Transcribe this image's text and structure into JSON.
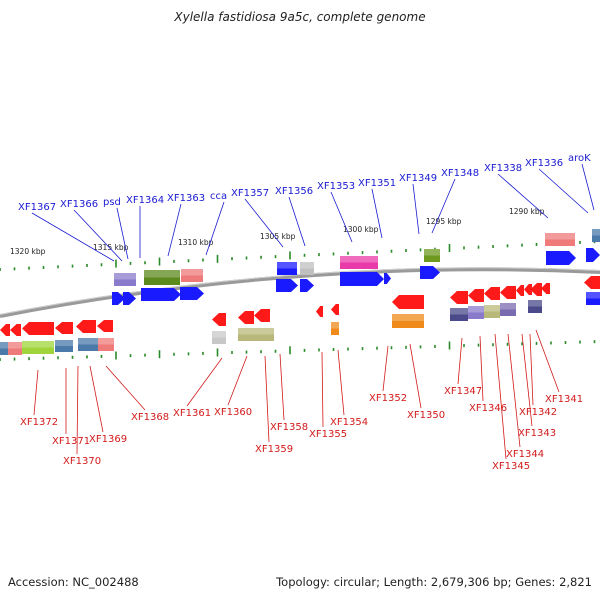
{
  "title": "Xylella fastidiosa 9a5c, complete genome",
  "footer": {
    "accession": "Accession: NC_002488",
    "info": "Topology: circular; Length: 2,679,306 bp; Genes: 2,821"
  },
  "colors": {
    "forward": "#1a1aff",
    "reverse": "#ff1a1a",
    "label_forward": "#1a1ad2",
    "label_reverse": "#d21a1a",
    "backbone": "#8a8a8a",
    "tick": "#2a8a2a"
  },
  "ruler_labels": [
    {
      "text": "1320 kbp"
    },
    {
      "text": "1315 kbp"
    },
    {
      "text": "1310 kbp"
    },
    {
      "text": "1305 kbp"
    },
    {
      "text": "1300 kbp"
    },
    {
      "text": "1295 kbp"
    },
    {
      "text": "1290 kbp"
    }
  ],
  "forward_genes": [
    {
      "name": "XF1367"
    },
    {
      "name": "XF1366"
    },
    {
      "name": "psd"
    },
    {
      "name": "XF1364"
    },
    {
      "name": "XF1363"
    },
    {
      "name": "cca"
    },
    {
      "name": "XF1357"
    },
    {
      "name": "XF1356"
    },
    {
      "name": "XF1353"
    },
    {
      "name": "XF1351"
    },
    {
      "name": "XF1349"
    },
    {
      "name": "XF1348"
    },
    {
      "name": "XF1338"
    },
    {
      "name": "XF1336"
    },
    {
      "name": "aroK"
    }
  ],
  "reverse_genes": [
    {
      "name": "XF1372"
    },
    {
      "name": "XF1371"
    },
    {
      "name": "XF1370"
    },
    {
      "name": "XF1369"
    },
    {
      "name": "XF1368"
    },
    {
      "name": "XF1361"
    },
    {
      "name": "XF1360"
    },
    {
      "name": "XF1359"
    },
    {
      "name": "XF1358"
    },
    {
      "name": "XF1355"
    },
    {
      "name": "XF1354"
    },
    {
      "name": "XF1352"
    },
    {
      "name": "XF1350"
    },
    {
      "name": "XF1347"
    },
    {
      "name": "XF1346"
    },
    {
      "name": "XF1345"
    },
    {
      "name": "XF1344"
    },
    {
      "name": "XF1343"
    },
    {
      "name": "XF1342"
    },
    {
      "name": "XF1341"
    }
  ]
}
